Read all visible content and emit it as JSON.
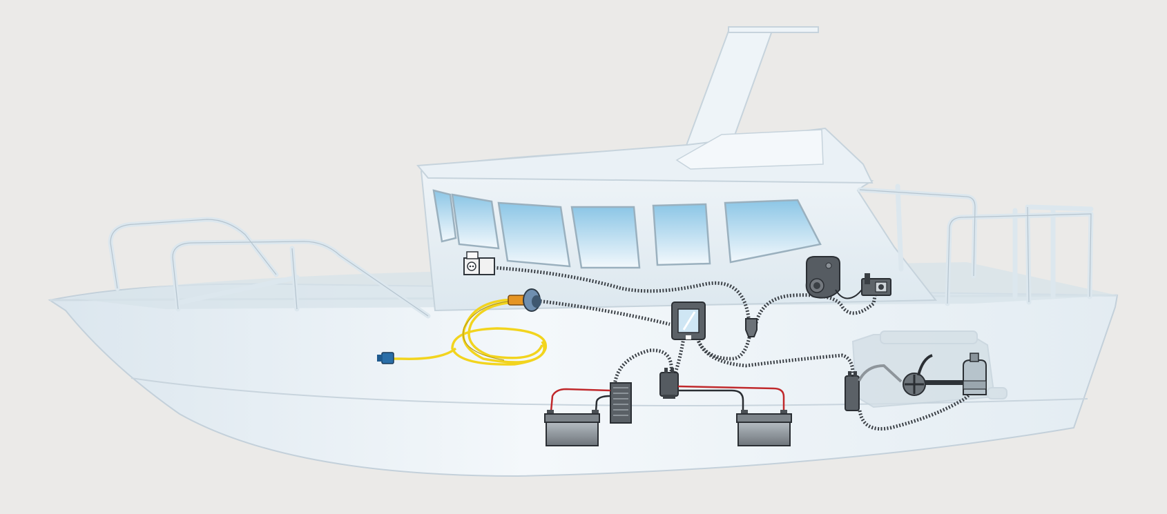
{
  "scene": {
    "colors": {
      "background": "#ebeae8",
      "hull": "#e8f0f6",
      "hull_outline": "#c6d3dc",
      "glass": "#aed6ec",
      "deck": "#cfdde6",
      "shore_cable": "#f2d41e",
      "shore_plug": "#2a6ea8",
      "inlet": "#e59524",
      "positive_wire": "#c0282b",
      "battery": "#8e959b",
      "device_dark": "#4a5056"
    },
    "components": [
      {
        "name": "shore-power-cable",
        "icon": "coiled-cable-icon"
      },
      {
        "name": "shore-power-plug",
        "icon": "plug-icon"
      },
      {
        "name": "shore-power-inlet",
        "icon": "inlet-icon"
      },
      {
        "name": "power-outlet",
        "icon": "socket-icon"
      },
      {
        "name": "battery-charger-display",
        "icon": "display-icon"
      },
      {
        "name": "battery-charger",
        "icon": "charger-icon"
      },
      {
        "name": "distribution-block",
        "icon": "junction-icon"
      },
      {
        "name": "battery-service",
        "icon": "battery-icon"
      },
      {
        "name": "battery-starter",
        "icon": "battery-icon"
      },
      {
        "name": "water-heater",
        "icon": "heater-icon"
      },
      {
        "name": "control-panel",
        "icon": "panel-icon"
      },
      {
        "name": "y-splitter",
        "icon": "splitter-icon"
      },
      {
        "name": "engine-heater",
        "icon": "engine-heater-icon"
      },
      {
        "name": "coolant-pump",
        "icon": "pump-icon"
      }
    ]
  }
}
